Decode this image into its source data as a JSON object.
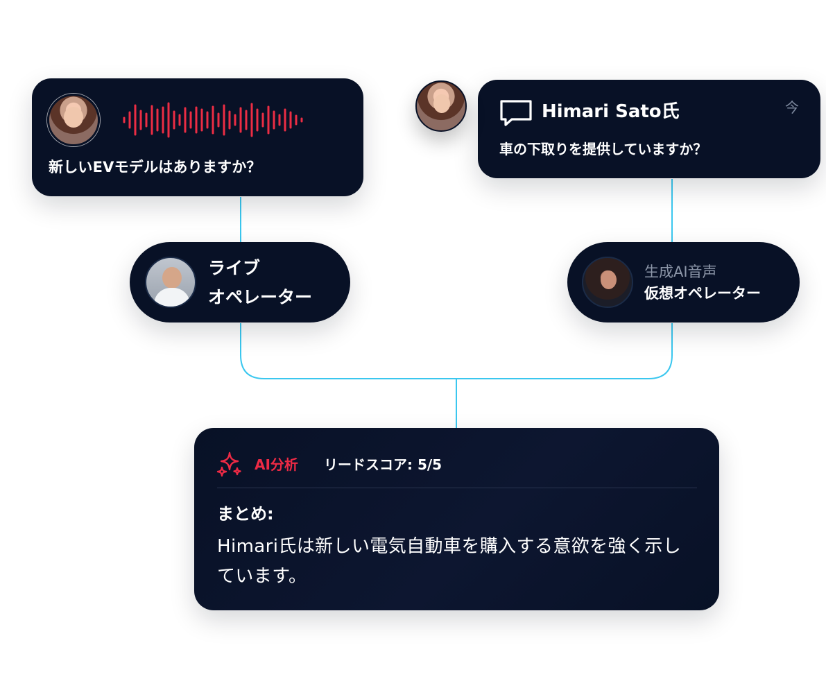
{
  "colors": {
    "connector": "#3ac7ef",
    "card_background": "#081126",
    "waveform": "#ec2d44",
    "accent_red": "#ee2a45",
    "muted_text": "#8d97a9"
  },
  "voice_message": {
    "avatar": "customer-avatar",
    "waveform": "audio-waveform-icon",
    "text": "新しいEVモデルはありますか？"
  },
  "chat_message": {
    "avatar": "customer-avatar",
    "icon": "speech-bubble-icon",
    "name": "Himari Sato氏",
    "time": "今",
    "text": "車の下取りを提供していますか？"
  },
  "live_operator": {
    "avatar": "male-operator-avatar",
    "line_1": "ライブ",
    "line_2": "オペレーター"
  },
  "ai_operator": {
    "avatar": "female-ai-operator-avatar",
    "label": "生成AI音声",
    "title": "仮想オペレーター"
  },
  "analysis": {
    "icon": "sparkle-icon",
    "label": "AI分析",
    "lead_score": "リードスコア: 5/5",
    "summary_label": "まとめ:",
    "summary_text": "Himari氏は新しい電気自動車を購入する意欲を強く示しています。"
  }
}
